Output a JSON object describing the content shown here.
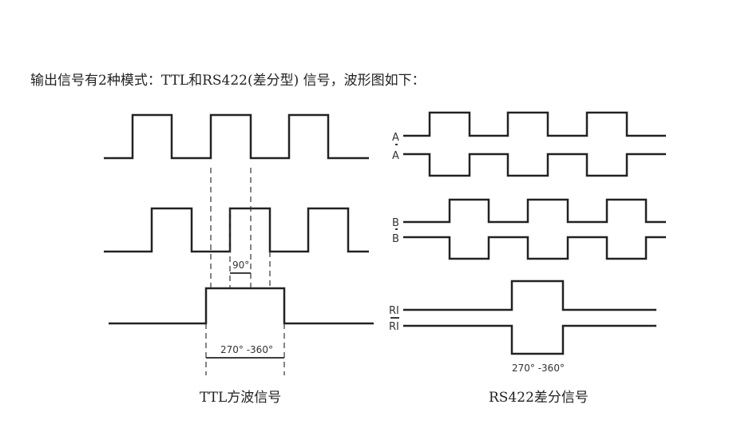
{
  "heading": "输出信号有2种模式：TTL和RS422(差分型) 信号，波形图如下：",
  "ttl": {
    "caption": "TTL方波信号",
    "phase_label": "90°",
    "range_label": "270° -360°"
  },
  "rs422": {
    "caption": "RS422差分信号",
    "signal_labels": [
      "A",
      "A",
      "B",
      "B",
      "RI",
      "RI"
    ],
    "range_label": "270° -360°"
  }
}
